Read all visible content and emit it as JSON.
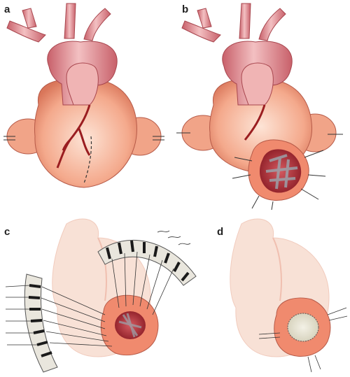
{
  "figure": {
    "panels": [
      {
        "label": "a",
        "depicts": "heart-with-aorta-and-incision-line"
      },
      {
        "label": "b",
        "depicts": "opened-ventricular-aneurysm-with-stay-sutures"
      },
      {
        "label": "c",
        "depicts": "pledgeted-sutures-with-felt-strips"
      },
      {
        "label": "d",
        "depicts": "closed-repair-with-circular-patch"
      }
    ],
    "colors": {
      "aorta": "#e8a0a4",
      "aorta_shade": "#c8606a",
      "heart": "#f4a98c",
      "heart_light": "#fbd9c8",
      "heart_shade": "#d9765a",
      "coronary": "#9a1d20",
      "aneurysm_inner": "#b8303a",
      "felt_strip": "#e9e6dd",
      "pledget": "#1a1a1a",
      "patch": "#e6e2cf",
      "suture": "#333333",
      "faded_heart": "#f6ddd2"
    }
  }
}
